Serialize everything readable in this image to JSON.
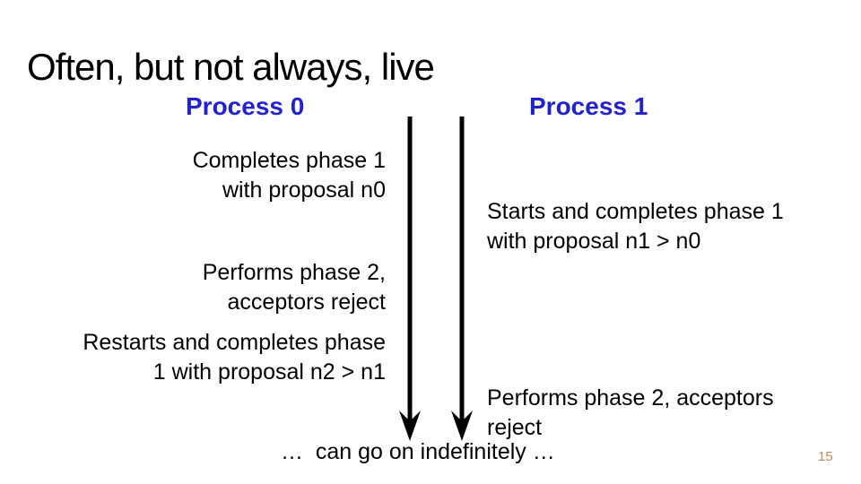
{
  "slide": {
    "title": "Often, but not always, live",
    "footer": "…  can go on indefinitely …",
    "page_number": "15"
  },
  "processes": [
    {
      "header": "Process 0",
      "events": [
        {
          "lines": [
            "Completes phase 1",
            "with proposal n0"
          ]
        },
        {
          "lines": [
            "Performs phase 2,",
            "acceptors reject"
          ]
        },
        {
          "lines": [
            "Restarts and completes phase",
            "1 with proposal n2 > n1"
          ]
        }
      ]
    },
    {
      "header": "Process 1",
      "events": [
        {
          "lines": [
            "Starts and completes phase 1",
            "with proposal n1 > n0"
          ]
        },
        {
          "lines": [
            "Performs phase 2, acceptors",
            "reject"
          ]
        }
      ]
    }
  ],
  "icons": {
    "process0_timeline": "down-arrow",
    "process1_timeline": "down-arrow"
  },
  "colors": {
    "header_blue": "#2222CC",
    "body_text": "#000000",
    "arrow_black": "#000000",
    "page_number_tan": "#BE8A58",
    "background": "#FFFFFF"
  }
}
